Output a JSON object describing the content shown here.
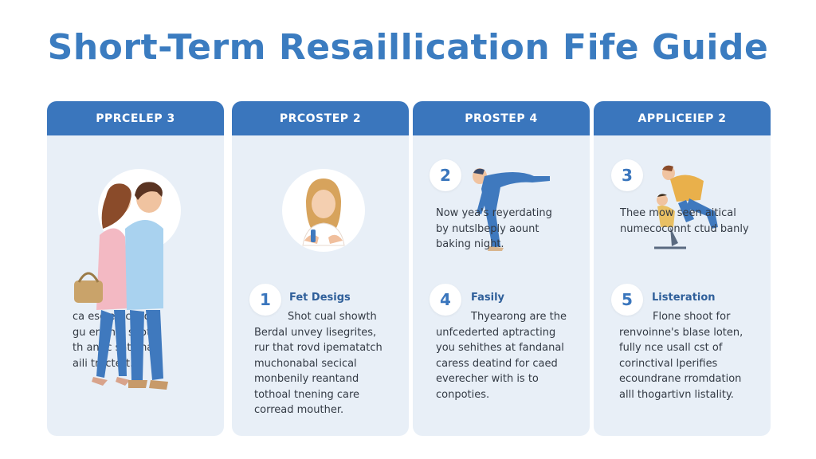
{
  "title": "Short-Term Resaillication Fife Guide",
  "colors": {
    "title": "#3b7cc0",
    "header": "#3a76bd",
    "card": "#e8eff7",
    "text": "#333a44"
  },
  "cards": [
    {
      "header": "PPRCELEP 3",
      "illustration": "couple-walking",
      "subtitle": "scing",
      "lines": [
        "ca  esc    erecond",
        "gu  ere    ny, shot",
        "th  antic   sational",
        "      aili   tractert."
      ]
    },
    {
      "header": "PRCOSTEP 2",
      "illustration": "woman-portrait",
      "number": "1",
      "subtitle": "Fet Desigs",
      "lines": [
        "Shot cual showth",
        "Berdal unvey lisegrites,",
        "rur that rovd ipematatch",
        "muchonabal secical",
        "monbenily reantand",
        "tothoal tnening care",
        "corread mouther."
      ]
    },
    {
      "header": "PROSTEP 4",
      "illustration": "bending-man",
      "top_number": "2",
      "top_lines": [
        "Now yea's  reyerdating",
        "by nutslbeply   aount",
        "baking night."
      ],
      "number": "4",
      "subtitle": "Fasily",
      "lines": [
        "Thyearong are the",
        "unfcederted aptracting",
        "you sehithes at fandanal",
        "caress deatind for caed",
        "everecher with is to",
        "conpoties."
      ]
    },
    {
      "header": "APPLICEIEP 2",
      "illustration": "parent-child",
      "top_number": "3",
      "top_lines": [
        "Thee mow seen aitical",
        "numecoconnt ctud banly"
      ],
      "number": "5",
      "subtitle": "Listeration",
      "lines": [
        "Flone shoot for",
        "renvoinne's blase loten,",
        "fully nce usall cst of",
        "corinctival lperifies",
        "ecoundrane rromdation",
        "alll thogartivn listality."
      ]
    }
  ]
}
